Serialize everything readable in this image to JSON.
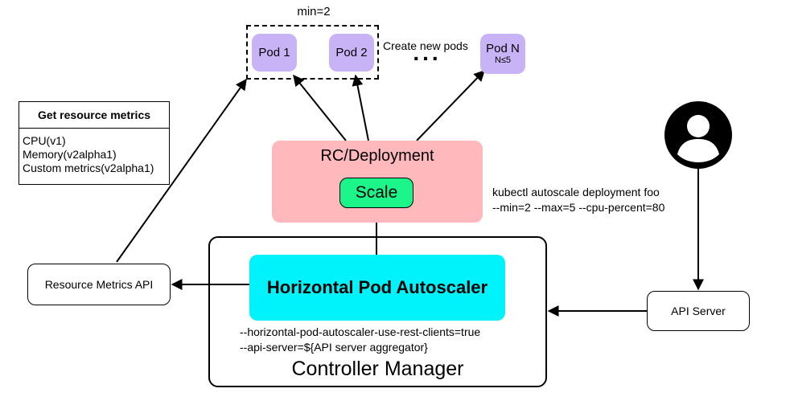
{
  "pod_group": {
    "min_label": "min=2",
    "pods": [
      {
        "label": "Pod 1"
      },
      {
        "label": "Pod 2"
      }
    ]
  },
  "pod_n": {
    "label": "Pod N",
    "sub": "N≤5"
  },
  "create_label": "Create new pods",
  "ellipsis": "...",
  "rc": {
    "title": "RC/Deployment",
    "scale_label": "Scale"
  },
  "metrics": {
    "title": "Get resource metrics",
    "items": [
      "CPU(v1)",
      "Memory(v2alpha1)",
      "Custom metrics(v2alpha1)"
    ]
  },
  "resource_metrics_api": "Resource Metrics API",
  "controller_manager": {
    "title": "Controller Manager",
    "hpa_label": "Horizontal Pod Autoscaler",
    "flags": [
      "--horizontal-pod-autoscaler-use-rest-clients=true",
      "--api-server=${API server aggregator}"
    ]
  },
  "kubectl": {
    "lines": [
      "kubectl autoscale deployment foo",
      "--min=2 --max=5 --cpu-percent=80"
    ]
  },
  "user_icon": "user-avatar-icon",
  "api_server": "API Server",
  "colors": {
    "pod": "#c9b3f7",
    "rc": "#ffb9bd",
    "scale": "#1cf58a",
    "hpa": "#00f3fb"
  }
}
